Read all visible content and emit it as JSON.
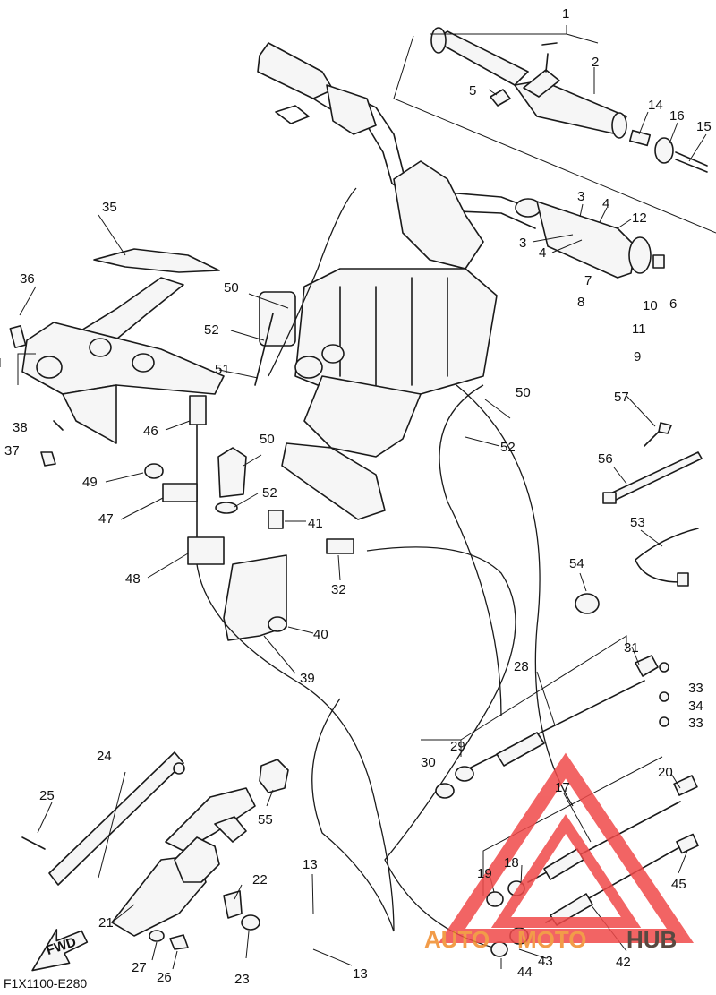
{
  "diagram_code": "F1X1100-E280",
  "direction_label": "FWD",
  "watermark": {
    "part1": "AUTO",
    "part2": "MOTO",
    "part3": "HUB",
    "color_main": "#f08b2a",
    "color_dark": "#3b2a20",
    "color_triangle": "#f04a4a"
  },
  "callouts": [
    {
      "n": "1"
    },
    {
      "n": "2"
    },
    {
      "n": "3"
    },
    {
      "n": "3"
    },
    {
      "n": "4"
    },
    {
      "n": "4"
    },
    {
      "n": "5"
    },
    {
      "n": "6"
    },
    {
      "n": "7"
    },
    {
      "n": "8"
    },
    {
      "n": "9"
    },
    {
      "n": "10"
    },
    {
      "n": "11"
    },
    {
      "n": "12"
    },
    {
      "n": "13"
    },
    {
      "n": "13"
    },
    {
      "n": "14"
    },
    {
      "n": "15"
    },
    {
      "n": "16"
    },
    {
      "n": "17"
    },
    {
      "n": "18"
    },
    {
      "n": "19"
    },
    {
      "n": "20"
    },
    {
      "n": "21"
    },
    {
      "n": "22"
    },
    {
      "n": "23"
    },
    {
      "n": "24"
    },
    {
      "n": "25"
    },
    {
      "n": "26"
    },
    {
      "n": "27"
    },
    {
      "n": "28"
    },
    {
      "n": "29"
    },
    {
      "n": "30"
    },
    {
      "n": "31"
    },
    {
      "n": "32"
    },
    {
      "n": "33"
    },
    {
      "n": "33"
    },
    {
      "n": "34"
    },
    {
      "n": "35"
    },
    {
      "n": "36"
    },
    {
      "n": "37"
    },
    {
      "n": "38"
    },
    {
      "n": "39"
    },
    {
      "n": "40"
    },
    {
      "n": "41"
    },
    {
      "n": "42"
    },
    {
      "n": "43"
    },
    {
      "n": "44"
    },
    {
      "n": "45"
    },
    {
      "n": "46"
    },
    {
      "n": "47"
    },
    {
      "n": "48"
    },
    {
      "n": "49"
    },
    {
      "n": "50"
    },
    {
      "n": "50"
    },
    {
      "n": "50"
    },
    {
      "n": "51"
    },
    {
      "n": "52"
    },
    {
      "n": "52"
    },
    {
      "n": "52"
    },
    {
      "n": "53"
    },
    {
      "n": "54"
    },
    {
      "n": "55"
    },
    {
      "n": "56"
    },
    {
      "n": "57"
    }
  ]
}
